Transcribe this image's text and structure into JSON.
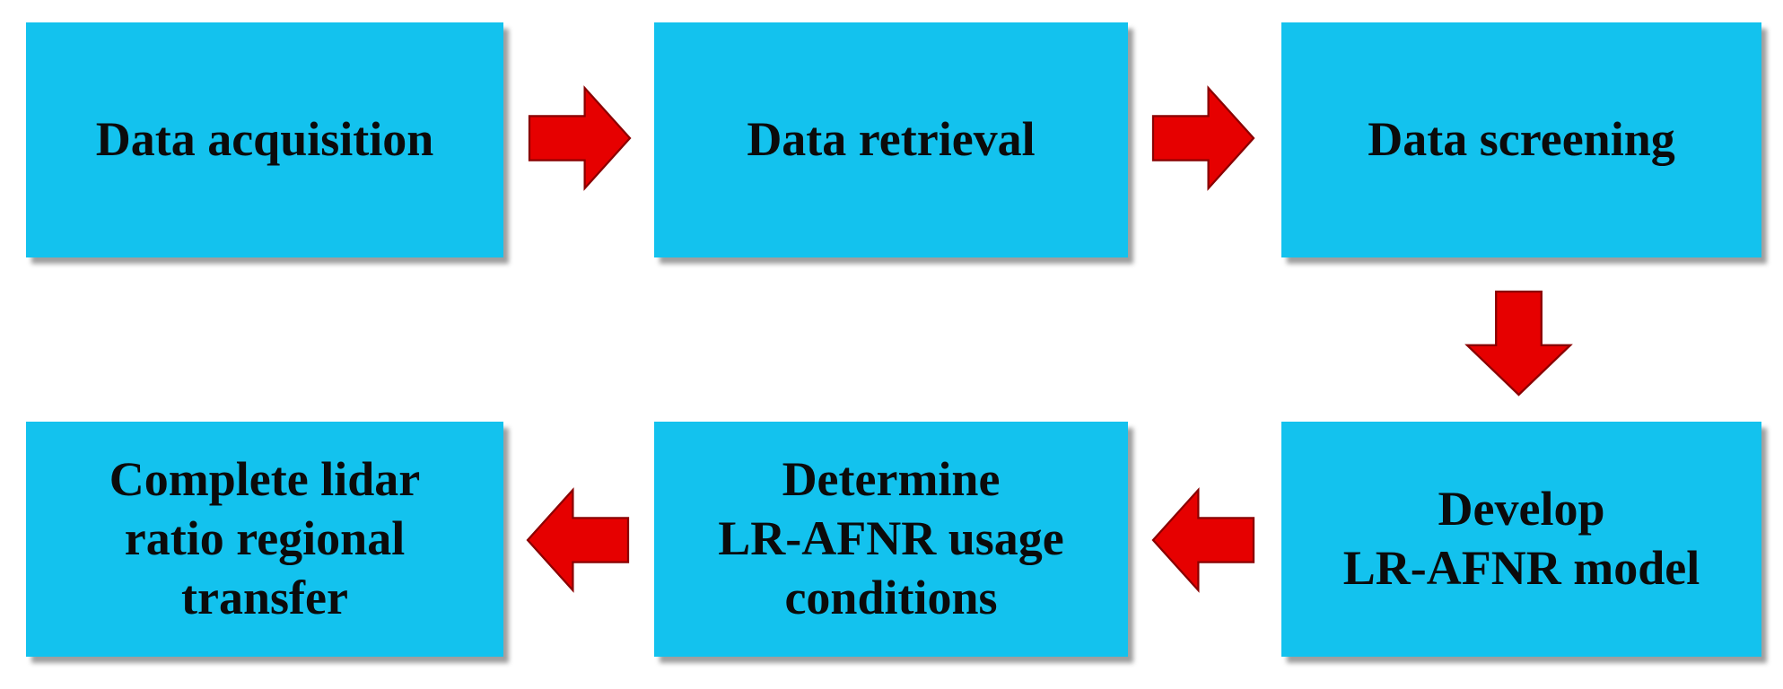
{
  "colors": {
    "box_fill": "#13c2ee",
    "arrow_fill": "#e60000",
    "arrow_edge": "#8a0000",
    "text": "#0b0b0b"
  },
  "steps": [
    {
      "lines": [
        "Data acquisition"
      ]
    },
    {
      "lines": [
        "Data retrieval"
      ]
    },
    {
      "lines": [
        "Data screening"
      ]
    },
    {
      "lines": [
        "Develop",
        "LR-AFNR model"
      ]
    },
    {
      "lines": [
        "Determine",
        "LR-AFNR usage",
        "conditions"
      ]
    },
    {
      "lines": [
        "Complete lidar",
        "ratio regional",
        "transfer"
      ]
    }
  ],
  "connectors": [
    {
      "from": "Data acquisition",
      "to": "Data retrieval",
      "direction": "right"
    },
    {
      "from": "Data retrieval",
      "to": "Data screening",
      "direction": "right"
    },
    {
      "from": "Data screening",
      "to": "Develop LR-AFNR model",
      "direction": "down"
    },
    {
      "from": "Develop LR-AFNR model",
      "to": "Determine LR-AFNR usage conditions",
      "direction": "left"
    },
    {
      "from": "Determine LR-AFNR usage conditions",
      "to": "Complete lidar ratio regional transfer",
      "direction": "left"
    }
  ]
}
